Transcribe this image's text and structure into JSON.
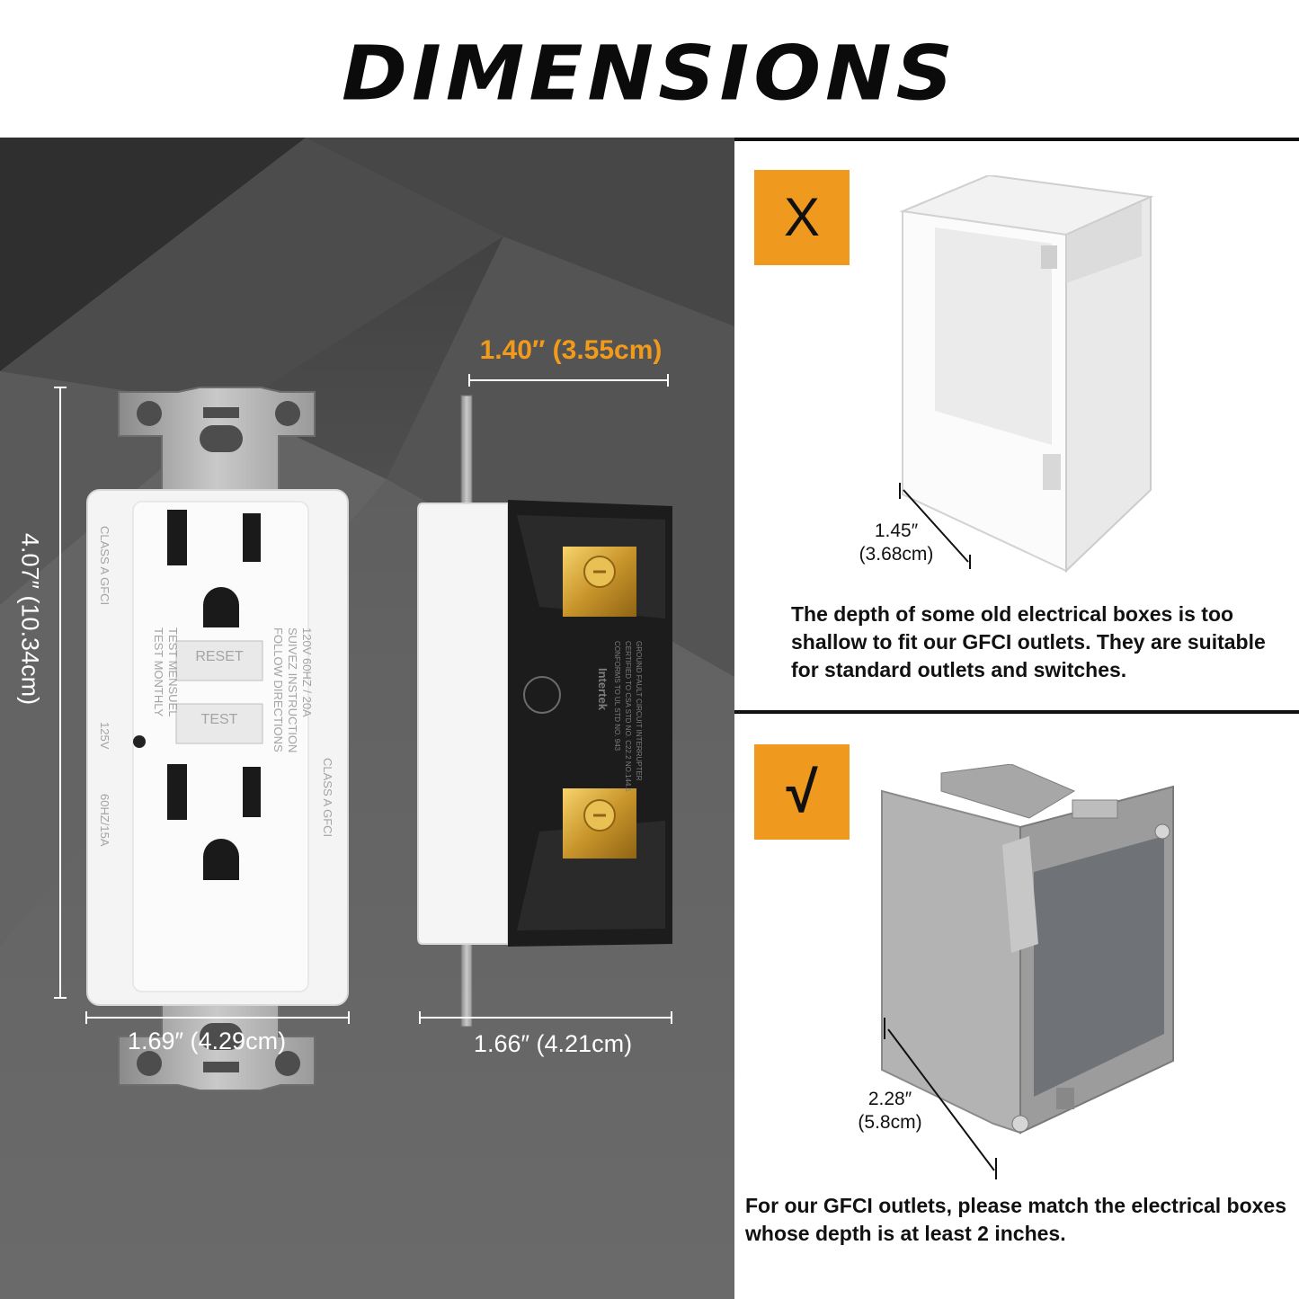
{
  "header": {
    "title": "DIMENSIONS"
  },
  "left_panel": {
    "outlet_front": {
      "height_label": "4.07″ (10.34cm)",
      "width_label": "1.69″ (4.29cm)",
      "reset_label": "RESET",
      "test_label": "TEST",
      "left_text_top": "CLASS A GFCI",
      "left_text_mid": "125V",
      "left_text_bot": "60HZ/15A",
      "center_text_1": "TEST MONTHLY",
      "center_text_2": "TEST MENSUEL",
      "right_text_1": "FOLLOW DIRECTIONS",
      "right_text_2": "SUIVEZ INSTRUCTION",
      "right_text_3": "120V 60HZ / 20A",
      "right_text_4": "CLASS A GFCI"
    },
    "outlet_side": {
      "depth_label": "1.40″ (3.55cm)",
      "width_label": "1.66″ (4.21cm)",
      "brand": "Intertek",
      "cert_1": "CONFORMS TO UL STD NO. 943",
      "cert_2": "CERTIFIED TO CSA STD NO. C22.2 NO.144.1",
      "cert_3": "GROUND FAULT CIRCUIT INTERRUPTER"
    }
  },
  "right_panel": {
    "bad_box": {
      "badge": "X",
      "dim_line1": "1.45″",
      "dim_line2": "(3.68cm)",
      "caption": "The depth of some old electrical boxes is too shallow to fit our GFCI outlets. They are suitable for standard outlets and switches."
    },
    "good_box": {
      "badge": "√",
      "dim_line1": "2.28″",
      "dim_line2": "(5.8cm)",
      "caption": "For our GFCI outlets, please match the electrical boxes whose depth is at least 2 inches."
    }
  },
  "colors": {
    "accent": "#ef9a1f",
    "panel_dark": "#5a5a5a"
  }
}
